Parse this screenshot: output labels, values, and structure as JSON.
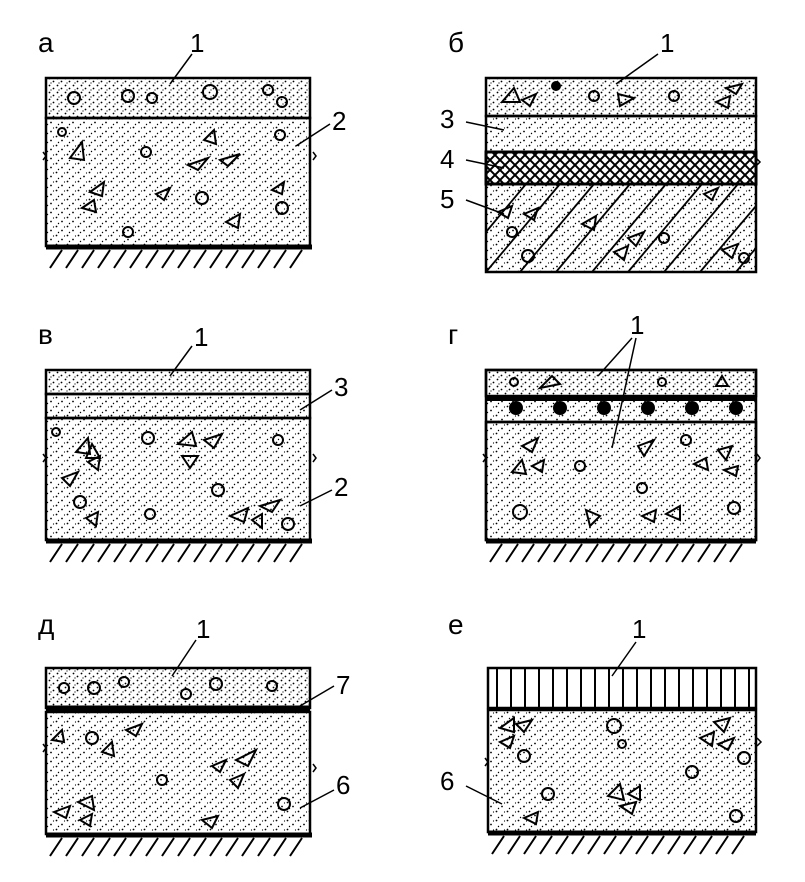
{
  "panels": [
    {
      "id": "a",
      "label": "а",
      "callouts": [
        "1",
        "2"
      ]
    },
    {
      "id": "b",
      "label": "б",
      "callouts": [
        "1",
        "3",
        "4",
        "5"
      ]
    },
    {
      "id": "v",
      "label": "в",
      "callouts": [
        "1",
        "3",
        "2"
      ]
    },
    {
      "id": "g",
      "label": "г",
      "callouts": [
        "1"
      ]
    },
    {
      "id": "d",
      "label": "д",
      "callouts": [
        "1",
        "7",
        "6"
      ]
    },
    {
      "id": "e",
      "label": "е",
      "callouts": [
        "1",
        "6"
      ]
    }
  ]
}
